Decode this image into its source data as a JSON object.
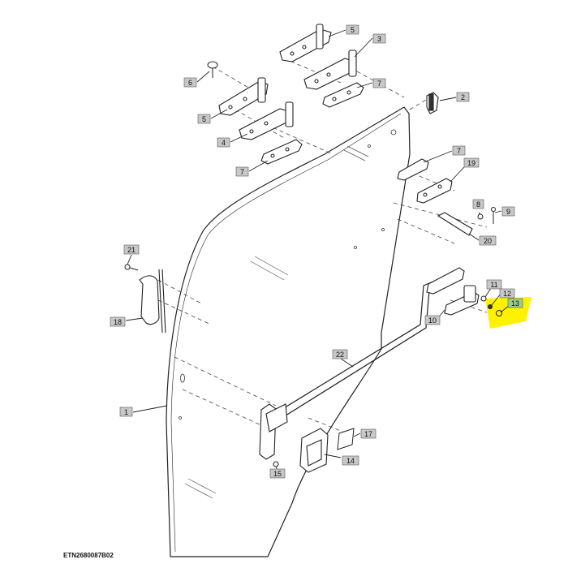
{
  "diagram": {
    "reference_code": "ETN2680087B02",
    "callouts": [
      {
        "id": "c1",
        "label": "1"
      },
      {
        "id": "c2",
        "label": "2"
      },
      {
        "id": "c3",
        "label": "3"
      },
      {
        "id": "c4",
        "label": "4"
      },
      {
        "id": "c5a",
        "label": "5"
      },
      {
        "id": "c5b",
        "label": "5"
      },
      {
        "id": "c6",
        "label": "6"
      },
      {
        "id": "c7a",
        "label": "7"
      },
      {
        "id": "c7b",
        "label": "7"
      },
      {
        "id": "c7c",
        "label": "7"
      },
      {
        "id": "c8",
        "label": "8"
      },
      {
        "id": "c9",
        "label": "9"
      },
      {
        "id": "c10",
        "label": "10"
      },
      {
        "id": "c11",
        "label": "11"
      },
      {
        "id": "c12",
        "label": "12"
      },
      {
        "id": "c13",
        "label": "13",
        "highlighted": true
      },
      {
        "id": "c14",
        "label": "14"
      },
      {
        "id": "c15",
        "label": "15"
      },
      {
        "id": "c17",
        "label": "17"
      },
      {
        "id": "c18",
        "label": "18"
      },
      {
        "id": "c19",
        "label": "19"
      },
      {
        "id": "c20",
        "label": "20"
      },
      {
        "id": "c21",
        "label": "21"
      },
      {
        "id": "c22",
        "label": "22"
      }
    ],
    "colors": {
      "line": "#222222",
      "callout_box": "#c8c8c8",
      "highlight": "#fff200"
    }
  }
}
